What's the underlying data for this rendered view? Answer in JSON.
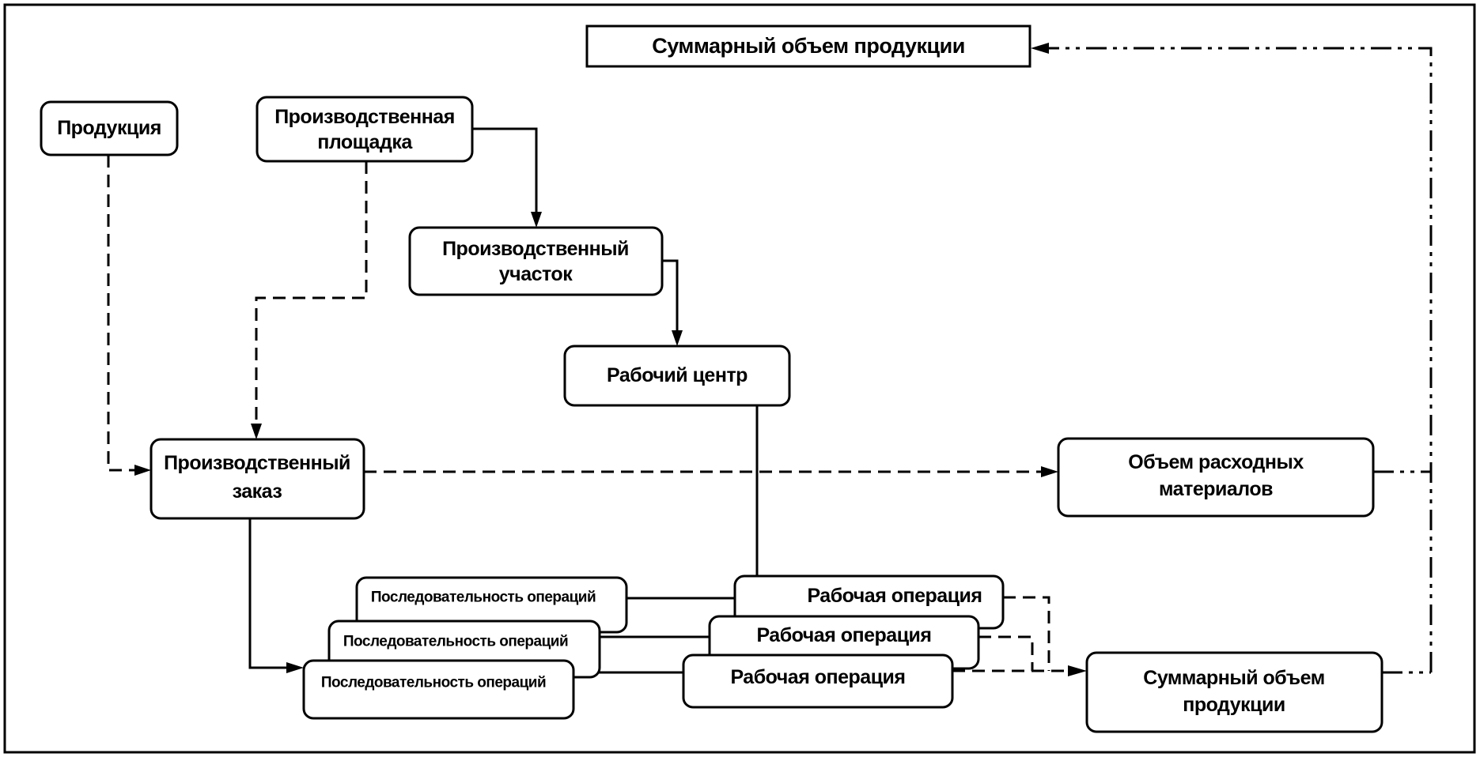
{
  "diagram": {
    "nodes": {
      "total_output_top": {
        "lines": [
          "Суммарный объем продукции"
        ]
      },
      "product": {
        "lines": [
          "Продукция"
        ]
      },
      "production_site": {
        "lines": [
          "Производственная",
          "площадка"
        ]
      },
      "production_area": {
        "lines": [
          "Производственный",
          "участок"
        ]
      },
      "work_center": {
        "lines": [
          "Рабочий центр"
        ]
      },
      "production_order": {
        "lines": [
          "Производственный",
          "заказ"
        ]
      },
      "consumables_volume": {
        "lines": [
          "Объем расходных",
          "материалов"
        ]
      },
      "operation_sequence_1": {
        "lines": [
          "Последовательность операций"
        ]
      },
      "operation_sequence_2": {
        "lines": [
          "Последовательность операций"
        ]
      },
      "operation_sequence_3": {
        "lines": [
          "Последовательность операций"
        ]
      },
      "work_operation_1": {
        "lines": [
          "Рабочая операция"
        ]
      },
      "work_operation_2": {
        "lines": [
          "Рабочая операция"
        ]
      },
      "work_operation_3": {
        "lines": [
          "Рабочая операция"
        ]
      },
      "total_output_bottom": {
        "lines": [
          "Суммарный объем",
          "продукции"
        ]
      }
    },
    "edges": [
      {
        "from": "production_site",
        "to": "production_area",
        "style": "solid",
        "arrow": true
      },
      {
        "from": "production_area",
        "to": "work_center",
        "style": "solid",
        "arrow": true
      },
      {
        "from": "work_center",
        "to": "work_operation_3",
        "style": "solid",
        "arrow": true
      },
      {
        "from": "product",
        "to": "production_order",
        "style": "dashed",
        "arrow": true
      },
      {
        "from": "production_site",
        "to": "production_order",
        "style": "dashed",
        "arrow": true
      },
      {
        "from": "production_order",
        "to": "consumables_volume",
        "style": "dashed",
        "arrow": true
      },
      {
        "from": "production_order",
        "to": "operation_sequence_3",
        "style": "solid",
        "arrow": true
      },
      {
        "from": "operation_sequence_1",
        "to": "work_operation_1",
        "style": "solid",
        "arrow": false
      },
      {
        "from": "operation_sequence_2",
        "to": "work_operation_2",
        "style": "solid",
        "arrow": false
      },
      {
        "from": "operation_sequence_3",
        "to": "work_operation_3",
        "style": "solid",
        "arrow": false
      },
      {
        "from": "work_operation_1",
        "to": "total_output_bottom",
        "style": "dashed",
        "arrow": true
      },
      {
        "from": "work_operation_2",
        "to": "total_output_bottom",
        "style": "dashed",
        "arrow": true
      },
      {
        "from": "work_operation_3",
        "to": "total_output_bottom",
        "style": "dashed",
        "arrow": true
      },
      {
        "from": "consumables_volume",
        "to": "total_output_top",
        "style": "dash-dot",
        "arrow": true
      },
      {
        "from": "total_output_bottom",
        "to": "total_output_top",
        "style": "dash-dot",
        "arrow": true
      }
    ]
  }
}
